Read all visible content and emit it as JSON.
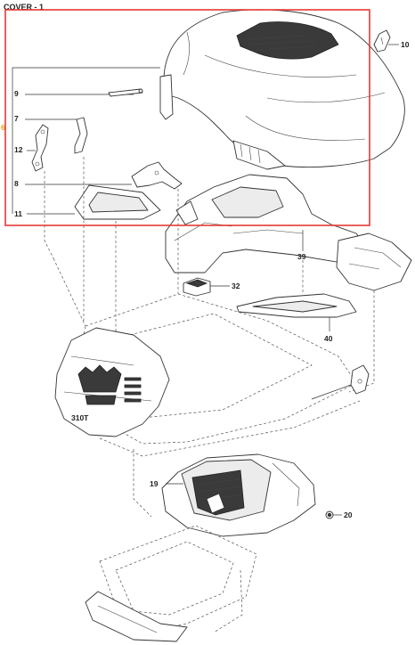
{
  "title": "COVER - 1",
  "side_marker": "6",
  "callouts": {
    "c10": "10",
    "c9": "9",
    "c7": "7",
    "c12": "12",
    "c8": "8",
    "c11": "11",
    "c39": "39",
    "c32": "32",
    "c40": "40",
    "c19": "19",
    "c20": "20"
  },
  "logo_text": "310T",
  "colors": {
    "highlight": "#e53935",
    "marker": "#e8a317",
    "line": "#333333"
  }
}
